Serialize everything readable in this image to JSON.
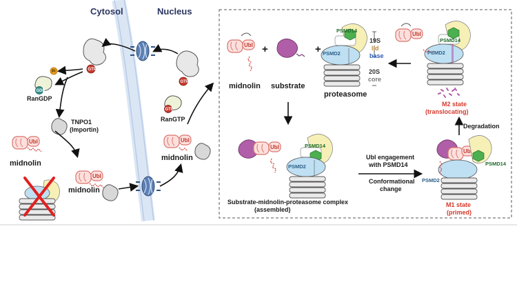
{
  "headers": {
    "cytosol": "Cytosol",
    "nucleus": "Nucleus"
  },
  "left_cycle": {
    "pi": "Pi",
    "gtp": "GTP",
    "gdp": "GDP",
    "rangdp": "RanGDP",
    "tnpo1_line1": "TNPO1",
    "tnpo1_line2": "(Importin)",
    "midnolin_1": "midnolin",
    "midnolin_2": "midnolin",
    "midnolin_3": "midnolin",
    "rangtp": "RanGTP",
    "ubl": "Ubl"
  },
  "right_panel": {
    "midnolin": "midnolin",
    "substrate": "substrate",
    "proteasome": "proteasome",
    "plus": "+",
    "psmd14": "PSMD14",
    "psmd2": "PSMD2",
    "label_19s": "19S",
    "label_lid": "lid",
    "label_base": "base",
    "label_20s": "20S",
    "label_core": "core",
    "complex_line1": "Substrate-midnolin-proteasome complex",
    "complex_line2": "(assembled)",
    "engage_line1": "Ubl engagement",
    "engage_line2": "with PSMD14",
    "conform_line1": "Conformational",
    "conform_line2": "change",
    "m1_line1": "M1 state",
    "m1_line2": "(primed)",
    "m2_line1": "M2 state",
    "m2_line2": "(translocating)",
    "degradation": "Degradation"
  },
  "colors": {
    "header": "#2a3560",
    "ubl_fill": "#fde0de",
    "ubl_stroke": "#d9746c",
    "lid_yellow": "#f7f0b6",
    "psmd14_green": "#4caf50",
    "base_blue": "#bfe0f3",
    "core_gray": "#e4e4e4",
    "substrate_purple": "#b15ea8",
    "gtp_red": "#c8392e",
    "gdp_teal": "#2f8f8f",
    "pi_orange": "#f0a020",
    "cross_red": "#e02020",
    "state_red": "#d33a2c"
  }
}
